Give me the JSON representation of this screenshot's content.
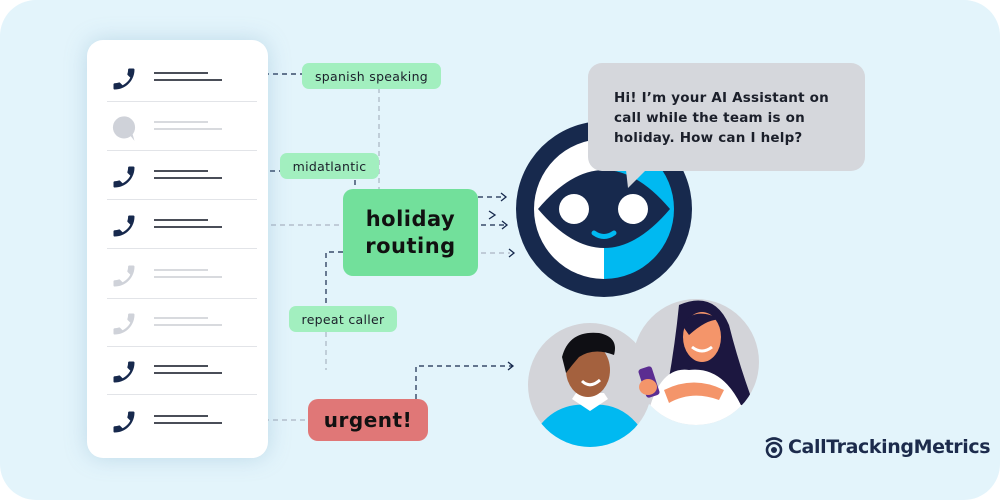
{
  "colors": {
    "background": "#e3f4fb",
    "navy": "#17294d",
    "cyan": "#00b9f1",
    "tag_green": "#a2efbf",
    "routing_green": "#72e09b",
    "urgent_red": "#e07777",
    "bubble_gray": "#d5d7dc"
  },
  "conversation_list": {
    "items": [
      {
        "type": "phone",
        "state": "active",
        "icon": "phone-icon"
      },
      {
        "type": "chat",
        "state": "inactive",
        "icon": "chat-bubble-icon"
      },
      {
        "type": "phone",
        "state": "active",
        "icon": "phone-icon"
      },
      {
        "type": "phone",
        "state": "active",
        "icon": "phone-icon"
      },
      {
        "type": "phone",
        "state": "inactive",
        "icon": "phone-icon"
      },
      {
        "type": "phone",
        "state": "inactive",
        "icon": "phone-icon"
      },
      {
        "type": "phone",
        "state": "active",
        "icon": "phone-icon"
      },
      {
        "type": "phone",
        "state": "active",
        "icon": "phone-icon"
      }
    ]
  },
  "tags": {
    "spanish": "spanish speaking",
    "midatlantic": "midatlantic",
    "repeat": "repeat caller"
  },
  "routing": {
    "holiday_line1": "holiday",
    "holiday_line2": "routing",
    "urgent": "urgent!"
  },
  "assistant": {
    "message": "Hi! I’m your AI Assistant on call while the team is on holiday. How can I help?"
  },
  "brand": {
    "name": "CallTrackingMetrics"
  }
}
